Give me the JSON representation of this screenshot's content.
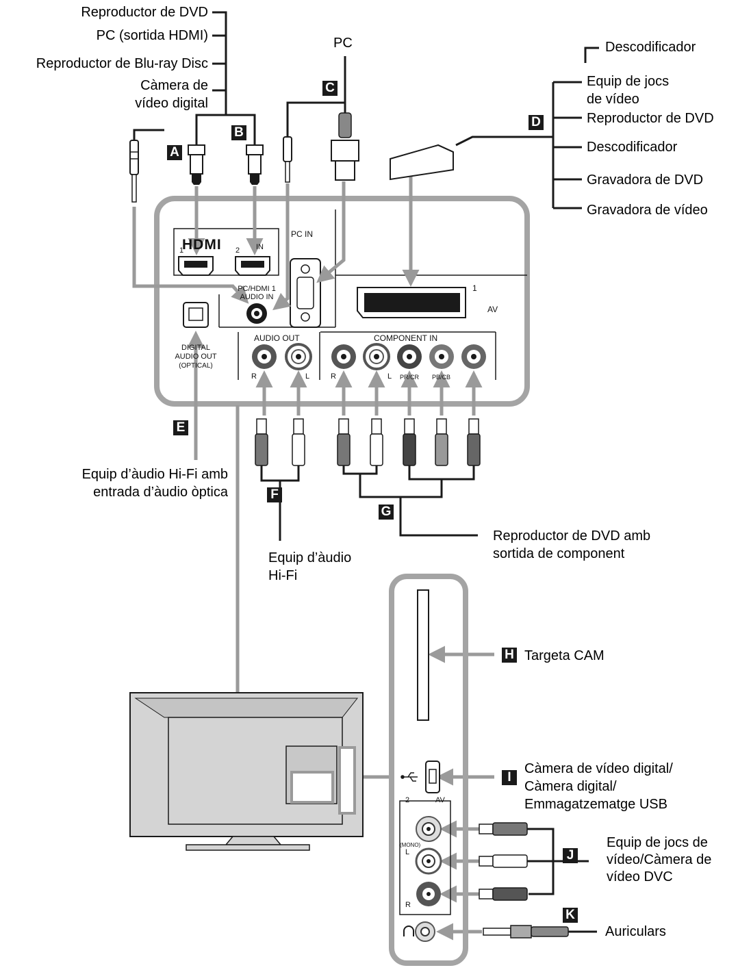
{
  "colors": {
    "panel": "#a4a4a4",
    "cable": "#1a1a1a",
    "badge": "#1a1a1a",
    "tv": "#d4d4d4"
  },
  "labels": {
    "hdmi_sources": [
      "Reproductor de DVD",
      "PC (sortida HDMI)",
      "Reproductor de Blu-ray Disc",
      "Càmera de",
      "vídeo digital"
    ],
    "pc": "PC",
    "descodificador_top": "Descodificador",
    "scart_sources": [
      "Equip de jocs",
      "de vídeo",
      "Reproductor de DVD",
      "Descodificador",
      "Gravadora de DVD",
      "Gravadora de vídeo"
    ],
    "optical": [
      "Equip d’àudio Hi-Fi amb",
      "entrada d’àudio òptica"
    ],
    "hifi": [
      "Equip d’àudio",
      "Hi-Fi"
    ],
    "component": [
      "Reproductor de DVD amb",
      "sortida de component"
    ],
    "cam": "Targeta CAM",
    "usb": [
      "Càmera de vídeo digital/",
      "Càmera digital/",
      "Emmagatzematge USB"
    ],
    "av2": [
      "Equip de jocs de",
      "vídeo/Càmera de",
      "vídeo DVC"
    ],
    "headphones": "Auriculars"
  },
  "badges": [
    "A",
    "B",
    "C",
    "D",
    "E",
    "F",
    "G",
    "H",
    "I",
    "J",
    "K"
  ],
  "panel": {
    "hdmi_logo": "HDMI",
    "hdmi_in": "IN",
    "hdmi_1": "1",
    "hdmi_2": "2",
    "pc_in": "PC IN",
    "pc_hdmi_audio": [
      "PC/HDMI 1",
      "AUDIO IN"
    ],
    "digital_audio_out": [
      "DIGITAL",
      "AUDIO OUT",
      "(OPTICAL)"
    ],
    "audio_out": "AUDIO OUT",
    "component_in": "COMPONENT IN",
    "scart_num": "1",
    "av": "AV",
    "r": "R",
    "l": "L",
    "pr": "PR/CR",
    "pb": "PB/CB",
    "side_av2": "2",
    "side_av": "AV",
    "mono": "(MONO)",
    "side_l": "L",
    "side_r": "R"
  },
  "icons": [
    "hdmi-plug-icon",
    "minijack-plug-icon",
    "vga-plug-icon",
    "scart-plug-icon",
    "rca-plug-icon",
    "usb-icon",
    "headphones-icon",
    "optical-port-icon"
  ]
}
